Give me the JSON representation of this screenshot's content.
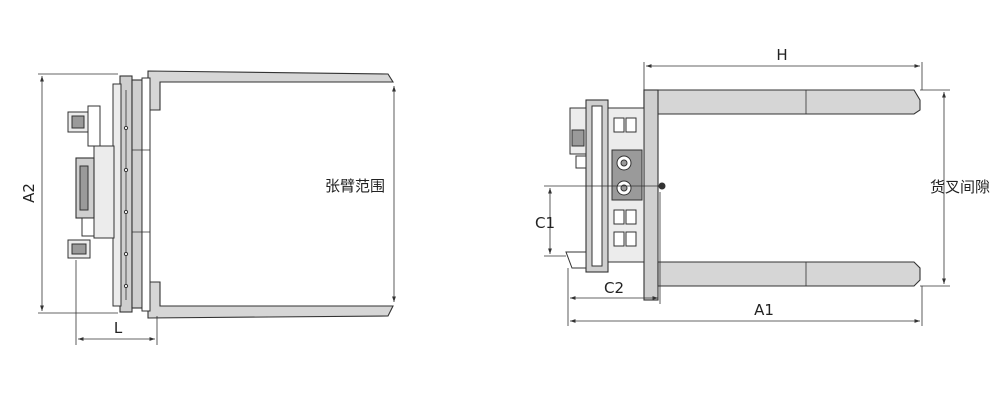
{
  "left_view": {
    "dimension_a2": "A2",
    "dimension_l": "L",
    "label_arm_range": "张臂范围"
  },
  "right_view": {
    "dimension_h": "H",
    "dimension_c1": "C1",
    "dimension_c2": "C2",
    "dimension_a1": "A1",
    "label_fork_gap": "货叉间隙"
  }
}
